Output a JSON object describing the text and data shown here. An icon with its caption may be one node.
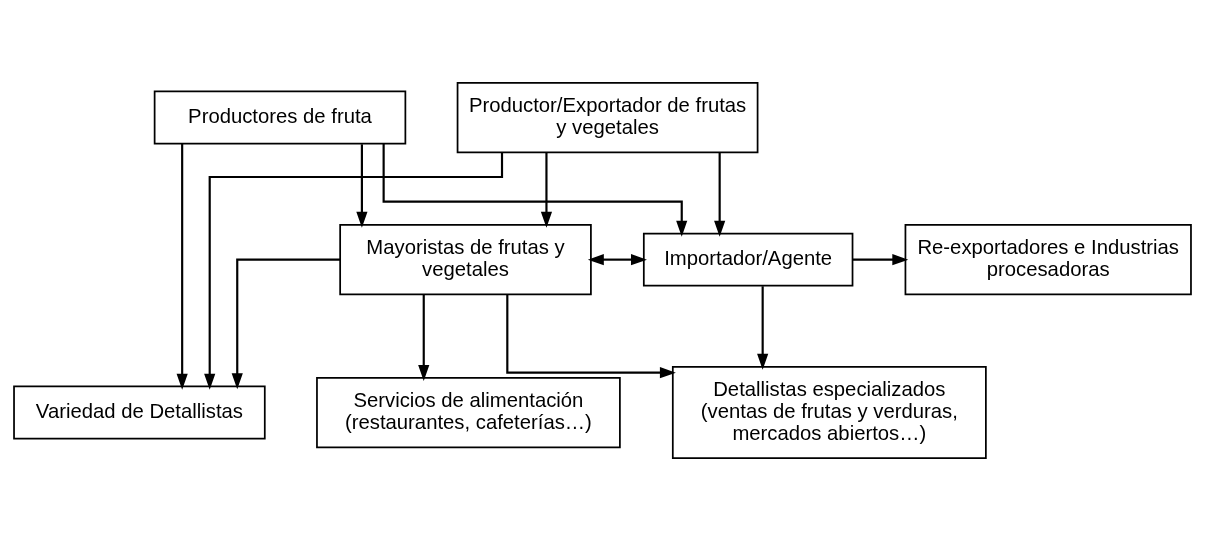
{
  "diagram": {
    "nodes": [
      {
        "text": [
          "Productores de fruta"
        ]
      },
      {
        "text": [
          "Productor/Exportador de frutas y vegetales"
        ]
      },
      {
        "text": [
          "Mayoristas de frutas y vegetales"
        ]
      },
      {
        "text": [
          "Importador/Agente"
        ]
      },
      {
        "text": [
          "Re-exportadores e Industrias procesadoras"
        ]
      },
      {
        "text": [
          "Variedad de Detallistas"
        ]
      },
      {
        "text": [
          "Detallistas especializados (ventas de frutas y verduras, mercados abiertos…)"
        ]
      },
      {
        "text": [
          "Servicios de alimentación (restaurantes, cafeterías…)"
        ]
      }
    ],
    "edges": [
      {
        "from": 0,
        "to": 2,
        "arrow": "to"
      },
      {
        "from": 0,
        "to": 3,
        "arrow": "to"
      },
      {
        "from": 1,
        "to": 2,
        "arrow": "to"
      },
      {
        "from": 1,
        "to": 3,
        "arrow": "to"
      },
      {
        "from": 0,
        "to": 5,
        "arrow": "to"
      },
      {
        "from": 1,
        "to": 5,
        "arrow": "to"
      },
      {
        "from": 2,
        "to": 3,
        "arrow": "both"
      },
      {
        "from": 3,
        "to": 4,
        "arrow": "to"
      },
      {
        "from": 2,
        "to": 5,
        "arrow": "to"
      },
      {
        "from": 2,
        "to": 6,
        "arrow": "to"
      },
      {
        "from": 2,
        "to": 7,
        "arrow": "to"
      },
      {
        "from": 3,
        "to": 6,
        "arrow": "to"
      }
    ]
  }
}
